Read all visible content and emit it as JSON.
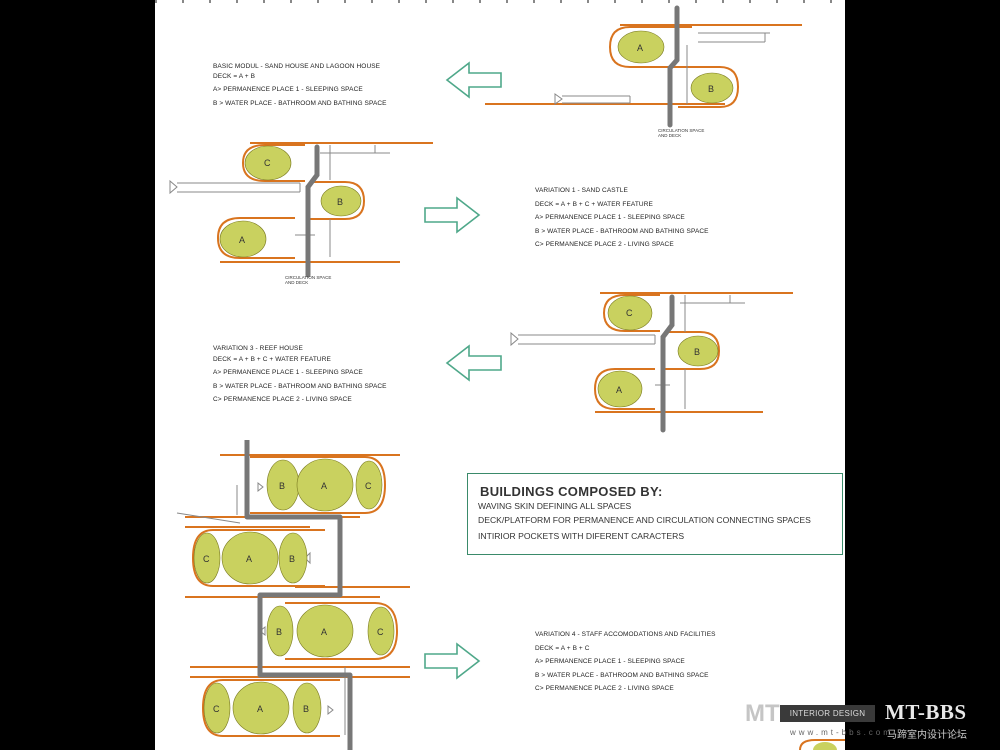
{
  "colors": {
    "background": "#000000",
    "sheet": "#ffffff",
    "skin_orange": "#d9741f",
    "pocket_fill": "#c9d15f",
    "circulation_gray": "#808080",
    "arrow_green": "#4fa88a",
    "box_border": "#3a8a6a"
  },
  "captions": {
    "basic": {
      "title": "BASIC MODUL  -  SAND HOUSE AND LAGOON HOUSE",
      "deck": "DECK = A + B",
      "lines": [
        "A> PERMANENCE PLACE 1 - SLEEPING SPACE",
        "B > WATER PLACE -  BATHROOM AND BATHING SPACE"
      ]
    },
    "variation1": {
      "title": "VARIATION 1  -  SAND CASTLE",
      "deck": "DECK = A + B + C + WATER FEATURE",
      "lines": [
        "A> PERMANENCE PLACE 1 - SLEEPING SPACE",
        "B > WATER PLACE -  BATHROOM AND BATHING SPACE",
        "C> PERMANENCE PLACE 2 - LIVING SPACE"
      ]
    },
    "variation3": {
      "title": "VARIATION 3  -  REEF HOUSE",
      "deck": "DECK = A + B + C + WATER FEATURE",
      "lines": [
        "A> PERMANENCE PLACE 1 - SLEEPING SPACE",
        "B > WATER PLACE -  BATHROOM AND BATHING SPACE",
        "C> PERMANENCE PLACE 2 - LIVING SPACE"
      ]
    },
    "variation4": {
      "title": "VARIATION 4  -  STAFF ACCOMODATIONS AND FACILITIES",
      "deck": "DECK = A + B + C",
      "lines": [
        "A> PERMANENCE PLACE 1 - SLEEPING SPACE",
        "B > WATER PLACE -  BATHROOM AND BATHING SPACE",
        "C> PERMANENCE PLACE 2 - LIVING SPACE"
      ]
    }
  },
  "notes": {
    "circulation_1": [
      "CIRCULATION SPACE",
      "AND DECK"
    ],
    "circulation_2": [
      "CIRCULATION SPACE",
      "AND DECK"
    ]
  },
  "labels": {
    "a": "A",
    "b": "B",
    "c": "C"
  },
  "info_box": {
    "heading": "BUILDINGS COMPOSED BY:",
    "lines": [
      "WAVING SKIN DEFINING ALL SPACES",
      "DECK/PLATFORM FOR PERMANENCE AND CIRCULATION CONNECTING SPACES",
      "INTIRIOR POCKETS WITH DIFERENT CARACTERS"
    ]
  },
  "watermark": {
    "mt": "MT",
    "logo": "INTERIOR DESIGN",
    "name": "MT-BBS",
    "url": "www.mt-bbs.com",
    "sub": "马蹄室内设计论坛"
  }
}
